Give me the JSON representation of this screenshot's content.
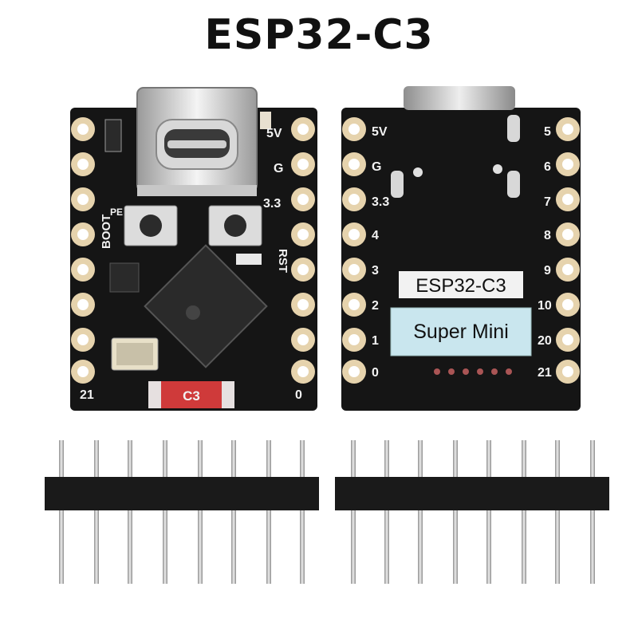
{
  "title": "ESP32-C3",
  "front": {
    "pins_left": [
      "5V",
      "G",
      "3.3"
    ],
    "boot_label": "BOOT",
    "rst_label": "RST",
    "pe_label": "PE",
    "bottom_left": "21",
    "bottom_right": "0",
    "chip_marking": "C3"
  },
  "back": {
    "pins_left": [
      "5V",
      "G",
      "3.3",
      "4",
      "3",
      "2",
      "1",
      "0"
    ],
    "pins_right": [
      "5",
      "6",
      "7",
      "8",
      "9",
      "10",
      "20",
      "21"
    ],
    "label_line1": "ESP32-C3",
    "label_line2": "Super Mini"
  },
  "colors": {
    "pcb": "#151515",
    "pad_gold": "#e6d3ad",
    "sticker": "#c9e6ee",
    "header_plastic": "#1a1a1a",
    "pin_metal": "#b9b9b9"
  }
}
